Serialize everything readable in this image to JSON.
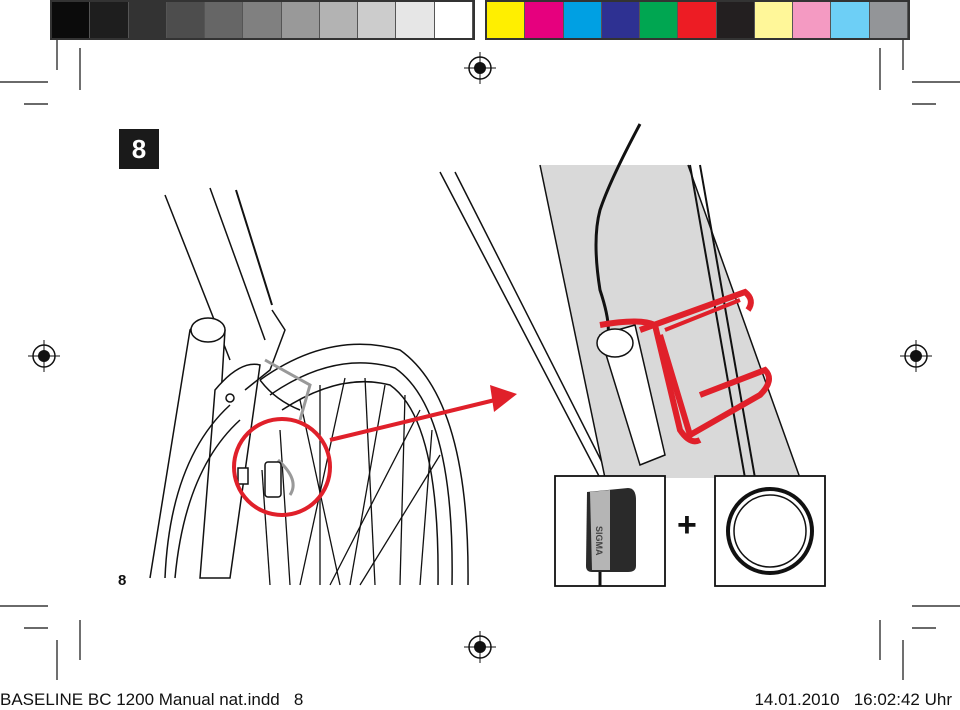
{
  "color_bar": {
    "gray_steps": [
      "#0b0b0b",
      "#1e1e1e",
      "#333333",
      "#4d4d4d",
      "#666666",
      "#808080",
      "#999999",
      "#b3b3b3",
      "#cccccc",
      "#e6e6e6",
      "#ffffff"
    ],
    "process_colors": [
      "#ffef00",
      "#e6007e",
      "#00a0e3",
      "#2e3192",
      "#00a651",
      "#ed1c24",
      "#231f20",
      "#fff799",
      "#f49ac2",
      "#6dcff6",
      "#939598"
    ]
  },
  "step_number": "8",
  "page_number": "8",
  "plus_sign": "+",
  "sensor_brand": "SIGMA",
  "footer": {
    "file_name": "BASELINE BC 1200 Manual nat.indd   8",
    "timestamp": "14.01.2010   16:02:42 Uhr"
  },
  "colors": {
    "highlight_red": "#e0202a",
    "line_black": "#111111"
  }
}
